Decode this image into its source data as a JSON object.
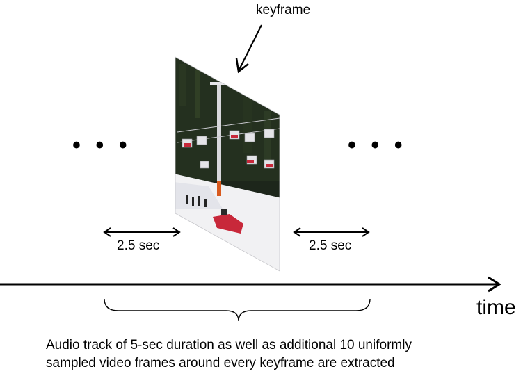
{
  "labels": {
    "keyframe": "keyframe",
    "ellipsis_left": "• • •",
    "ellipsis_right": "• • •",
    "duration_left": "2.5 sec",
    "duration_right": "2.5 sec",
    "time": "time"
  },
  "caption": {
    "line1": "Audio track of 5-sec duration as well as additional 10 uniformly",
    "line2": "sampled video frames around every keyframe are extracted"
  },
  "keyframe_image": {
    "description": "ski-lift-chairs-over-snowy-slope"
  },
  "colors": {
    "line": "#000000",
    "sky_forest": "#1f2a1e",
    "snow": "#f2f2f4",
    "lift_pole": "#d9d9de",
    "accent_red": "#c8283a"
  }
}
